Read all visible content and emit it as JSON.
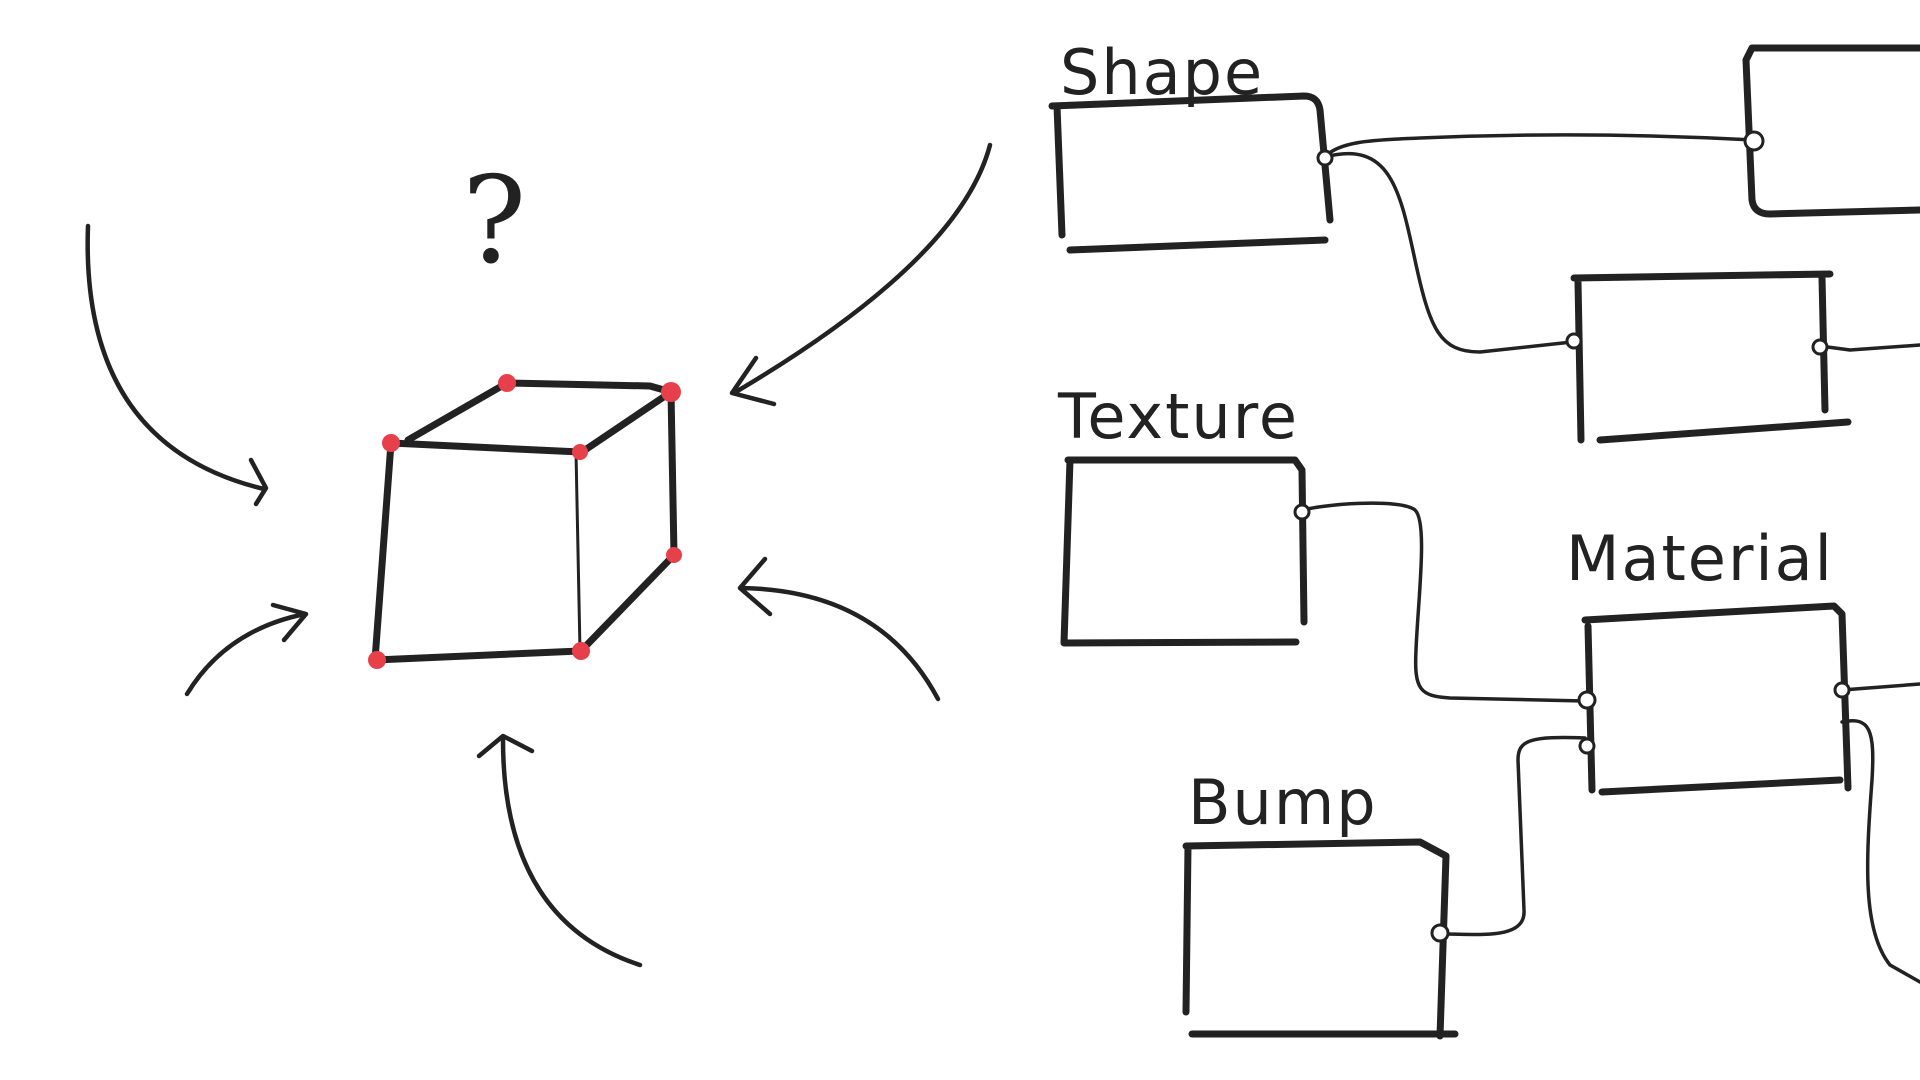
{
  "nodes": [
    {
      "id": "shape",
      "label": "Shape"
    },
    {
      "id": "texture",
      "label": "Texture"
    },
    {
      "id": "bump",
      "label": "Bump"
    },
    {
      "id": "material",
      "label": "Material"
    },
    {
      "id": "output-top",
      "label": ""
    },
    {
      "id": "transform",
      "label": ""
    }
  ],
  "question_mark": "?",
  "colors": {
    "ink": "#222222",
    "vertex": "#e8404a",
    "background": "#ffffff"
  }
}
